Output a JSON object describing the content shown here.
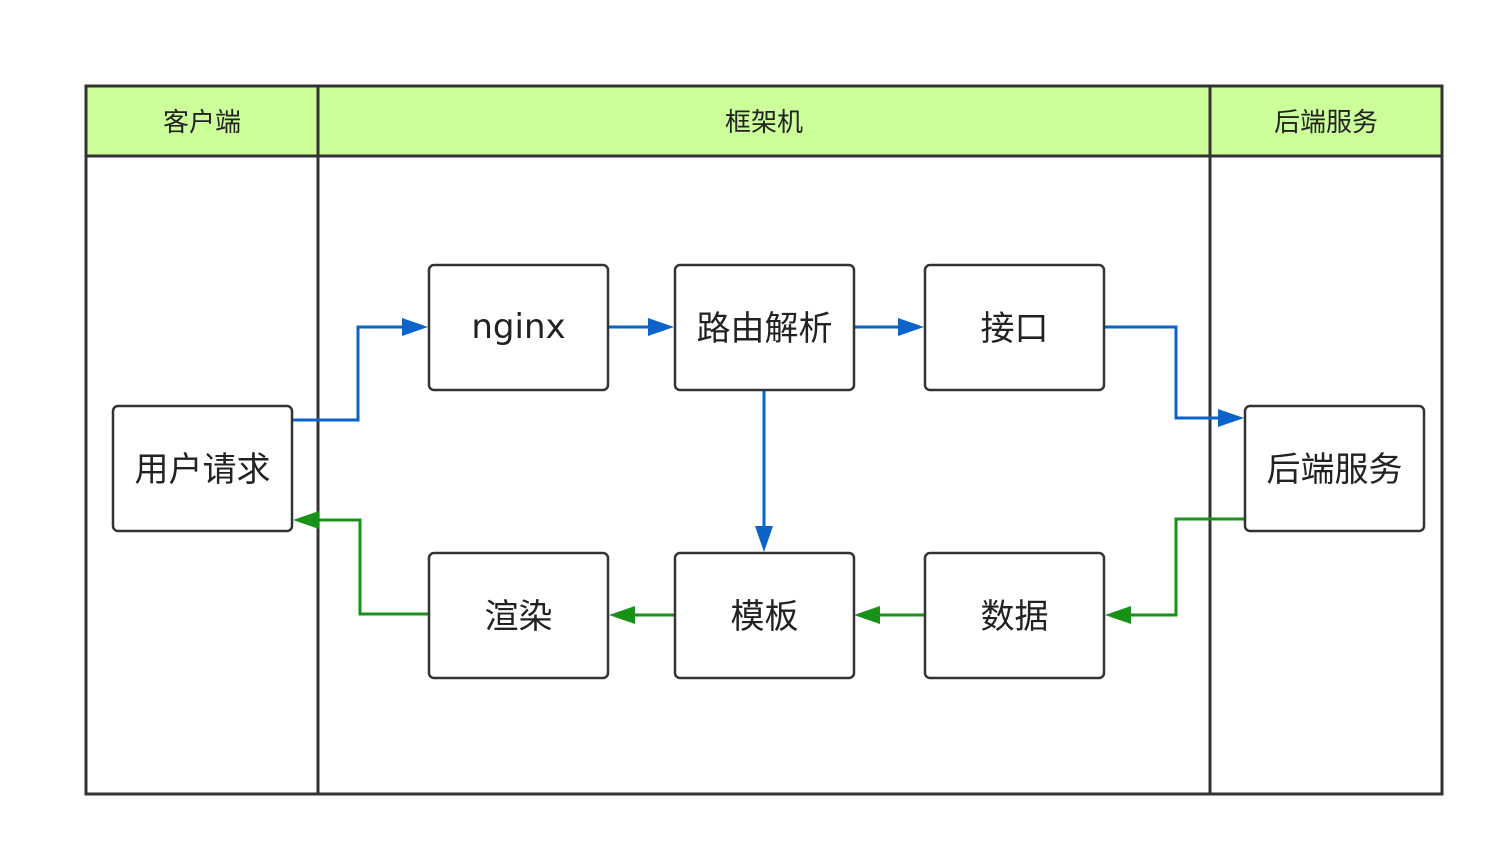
{
  "lanes": {
    "client": "客户端",
    "framework": "框架机",
    "backend": "后端服务"
  },
  "nodes": {
    "user_request": "用户请求",
    "nginx": "nginx",
    "route_parse": "路由解析",
    "interface": "接口",
    "backend_service": "后端服务",
    "data": "数据",
    "template": "模板",
    "render": "渲染"
  },
  "colors": {
    "header_fill": "#ccff99",
    "request_flow": "#0b63c9",
    "response_flow": "#179217",
    "border": "#333333"
  }
}
